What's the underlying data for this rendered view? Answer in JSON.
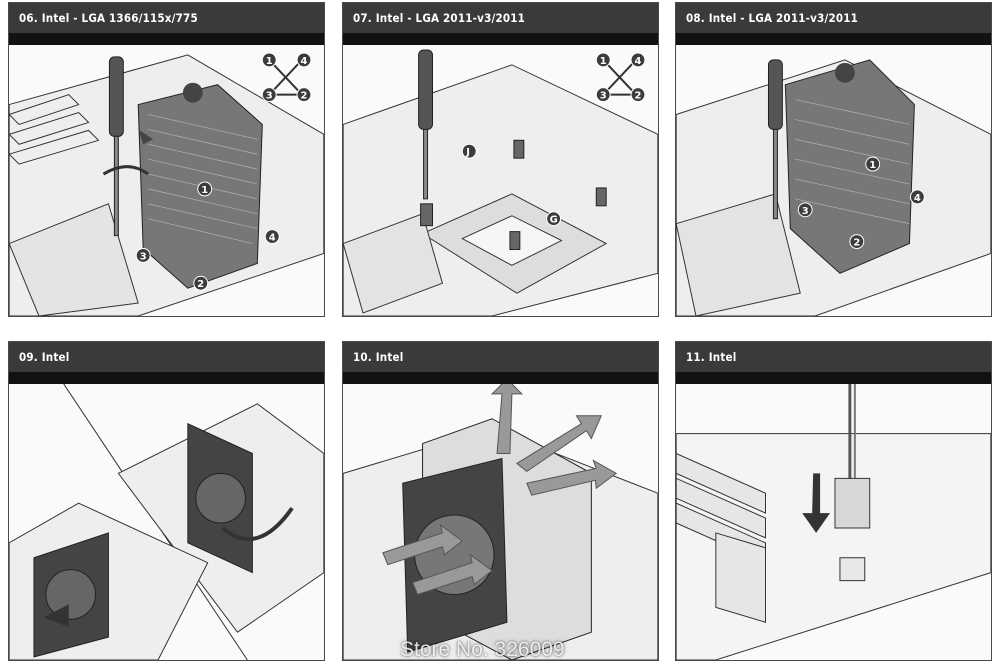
{
  "panels": [
    {
      "title": "06. Intel - LGA 1366/115x/775",
      "badges": [
        "1",
        "2",
        "3",
        "4"
      ]
    },
    {
      "title": "07. Intel - LGA 2011-v3/2011",
      "badges": [
        "1",
        "2",
        "3",
        "4",
        "J",
        "G"
      ]
    },
    {
      "title": "08. Intel - LGA 2011-v3/2011",
      "badges": [
        "1",
        "2",
        "3",
        "4"
      ]
    },
    {
      "title": "09. Intel"
    },
    {
      "title": "10. Intel"
    },
    {
      "title": "11. Intel"
    }
  ],
  "watermark": "Store No. 326009",
  "colors": {
    "header": "#3a3a3a",
    "header_bar": "#121212",
    "line": "#333333",
    "fill_dark": "#555555"
  }
}
